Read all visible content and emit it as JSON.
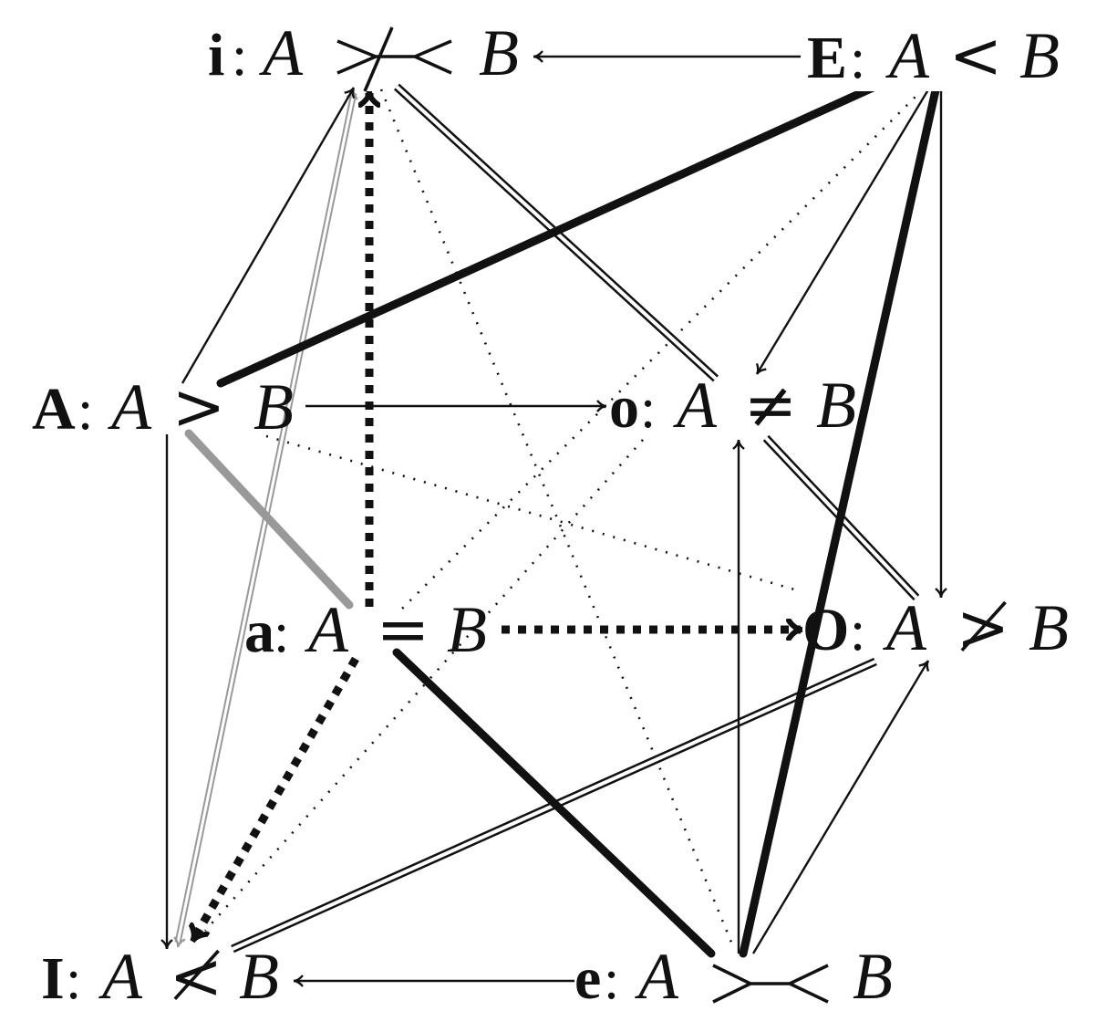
{
  "diagram": {
    "nodes": [
      {
        "id": "i",
        "label": "i",
        "colon": ":",
        "left": "A",
        "relation_icon": "crossed-disjoint-relation-icon",
        "right": "B"
      },
      {
        "id": "E",
        "label": "E",
        "colon": ":",
        "left": "A",
        "relation": "<",
        "right": "B"
      },
      {
        "id": "A",
        "label": "A",
        "colon": ":",
        "left": "A",
        "relation": ">",
        "right": "B"
      },
      {
        "id": "o",
        "label": "o",
        "colon": ":",
        "left": "A",
        "relation": "≠",
        "right": "B"
      },
      {
        "id": "a",
        "label": "a",
        "colon": ":",
        "left": "A",
        "relation": "=",
        "right": "B"
      },
      {
        "id": "O",
        "label": "O",
        "colon": ":",
        "left": "A",
        "relation": "≯",
        "right": "B"
      },
      {
        "id": "I",
        "label": "I",
        "colon": ":",
        "left": "A",
        "relation": "≮",
        "right": "B"
      },
      {
        "id": "e",
        "label": "e",
        "colon": ":",
        "left": "A",
        "relation_icon": "disjoint-relation-icon",
        "right": "B"
      }
    ],
    "edges": [
      {
        "from": "E",
        "to": "i",
        "style": "arrow"
      },
      {
        "from": "e",
        "to": "I",
        "style": "arrow"
      },
      {
        "from": "A",
        "to": "o",
        "style": "arrow"
      },
      {
        "from": "A",
        "to": "i",
        "style": "arrow"
      },
      {
        "from": "A",
        "to": "I",
        "style": "arrow"
      },
      {
        "from": "E",
        "to": "o",
        "style": "arrow"
      },
      {
        "from": "E",
        "to": "O",
        "style": "arrow"
      },
      {
        "from": "e",
        "to": "o",
        "style": "arrow"
      },
      {
        "from": "e",
        "to": "O",
        "style": "arrow"
      },
      {
        "from": "E",
        "to": "A",
        "style": "thick"
      },
      {
        "from": "E",
        "to": "e",
        "style": "thick"
      },
      {
        "from": "a",
        "to": "e",
        "style": "thick"
      },
      {
        "from": "A",
        "to": "a",
        "style": "thick-grey"
      },
      {
        "from": "a",
        "to": "i",
        "style": "bold-dotted-arrow"
      },
      {
        "from": "a",
        "to": "O",
        "style": "bold-dotted-arrow"
      },
      {
        "from": "a",
        "to": "I",
        "style": "bold-dotted-arrow"
      },
      {
        "from": "i",
        "to": "o",
        "style": "double"
      },
      {
        "from": "o",
        "to": "O",
        "style": "double"
      },
      {
        "from": "O",
        "to": "I",
        "style": "double"
      },
      {
        "from": "i",
        "to": "I",
        "style": "double-grey-bidirectional"
      },
      {
        "from": "E",
        "to": "a",
        "style": "dotted"
      },
      {
        "from": "i",
        "to": "e",
        "style": "dotted"
      },
      {
        "from": "A",
        "to": "O",
        "style": "dotted"
      },
      {
        "from": "o",
        "to": "I",
        "style": "dotted"
      }
    ]
  }
}
